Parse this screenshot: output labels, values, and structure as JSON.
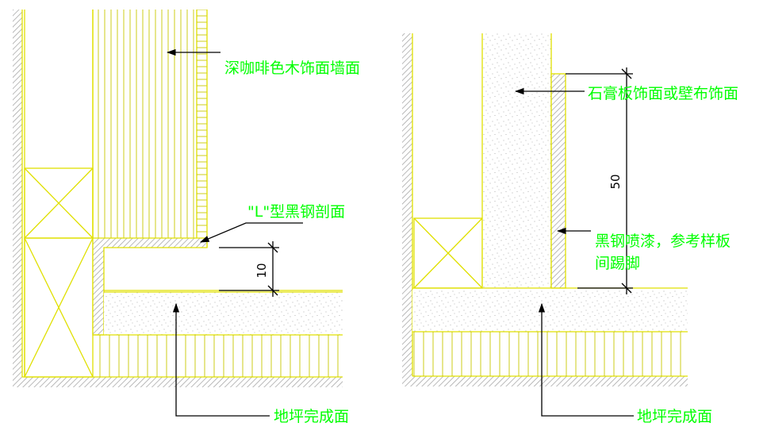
{
  "left_detail": {
    "wall_finish_label": "深咖啡色木饰面墙面",
    "l_section_label": "\"L\"型黑钢剖面",
    "dimension_value": "10",
    "floor_label": "地坪完成面"
  },
  "right_detail": {
    "wall_finish_label": "石膏板饰面或壁布饰面",
    "skirting_label_line1": "黑钢喷漆，参考样板",
    "skirting_label_line2": "间踢脚",
    "dimension_value": "50",
    "floor_label": "地坪完成面"
  },
  "colors": {
    "label_text": "#00ff00",
    "linework": "#e0e000",
    "hatch": "#b0b0b0",
    "leader": "#000000"
  }
}
